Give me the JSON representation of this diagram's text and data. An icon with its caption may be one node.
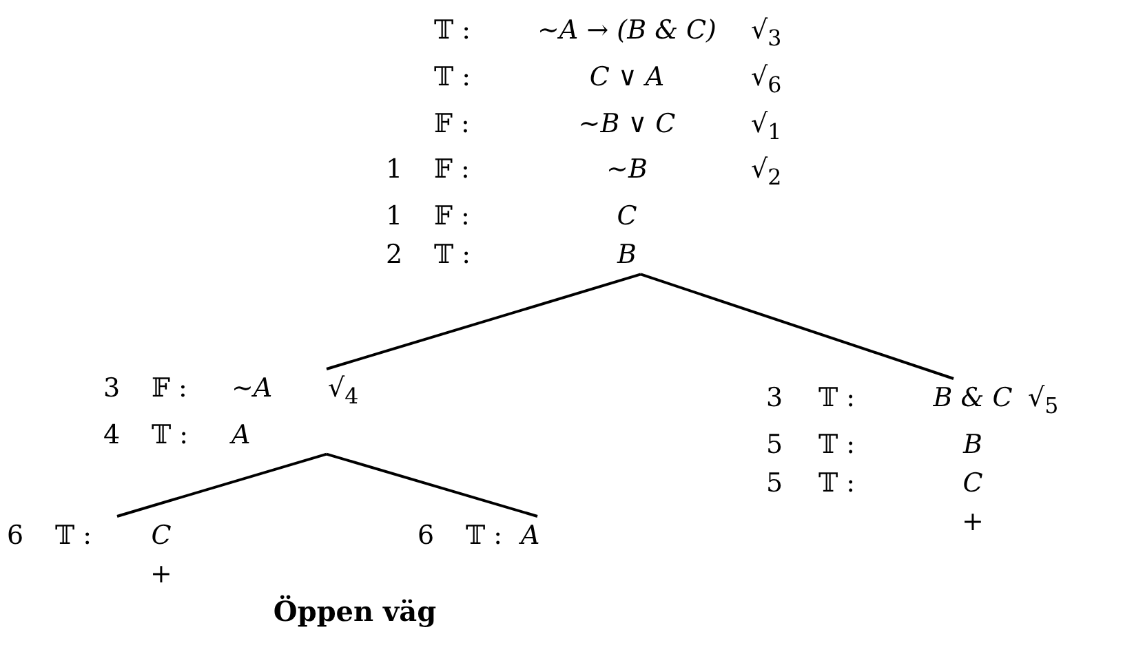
{
  "diagram": {
    "caption": "Öppen väg",
    "nodes": [
      {
        "text": [
          "𝕋 :",
          "∼A → (B & C)",
          "√$_{3}$",
          "𝕋 :",
          "C ∨ A",
          "√$_{6}$",
          "𝔽 :",
          "∼B ∨ C",
          "√$_{1}$",
          "1",
          "𝔽 :",
          "∼B",
          "√$_{2}$",
          "1",
          "𝔽 :",
          "C",
          "2",
          "𝕋 :",
          "B"
        ]
      },
      {
        "text": [
          "3",
          "𝔽 :",
          "∼A",
          "√$_{4}$",
          "4",
          "𝕋 :",
          "A"
        ]
      },
      {
        "text": [
          "3",
          "𝕋 :",
          "B & C",
          "√$_{5}$",
          "5",
          "𝕋 :",
          "B",
          "5",
          "𝕋 :",
          "C",
          "+"
        ]
      },
      {
        "text": [
          "6",
          "𝕋 :",
          "C",
          "+"
        ]
      },
      {
        "text": [
          "6",
          "𝕋 :",
          "A"
        ]
      }
    ],
    "edges": [
      {
        "from": 0,
        "to": 1,
        "arrow": "none"
      },
      {
        "from": 0,
        "to": 2,
        "arrow": "none"
      },
      {
        "from": 1,
        "to": 3,
        "arrow": "none"
      },
      {
        "from": 1,
        "to": 4,
        "arrow": "none"
      }
    ]
  }
}
